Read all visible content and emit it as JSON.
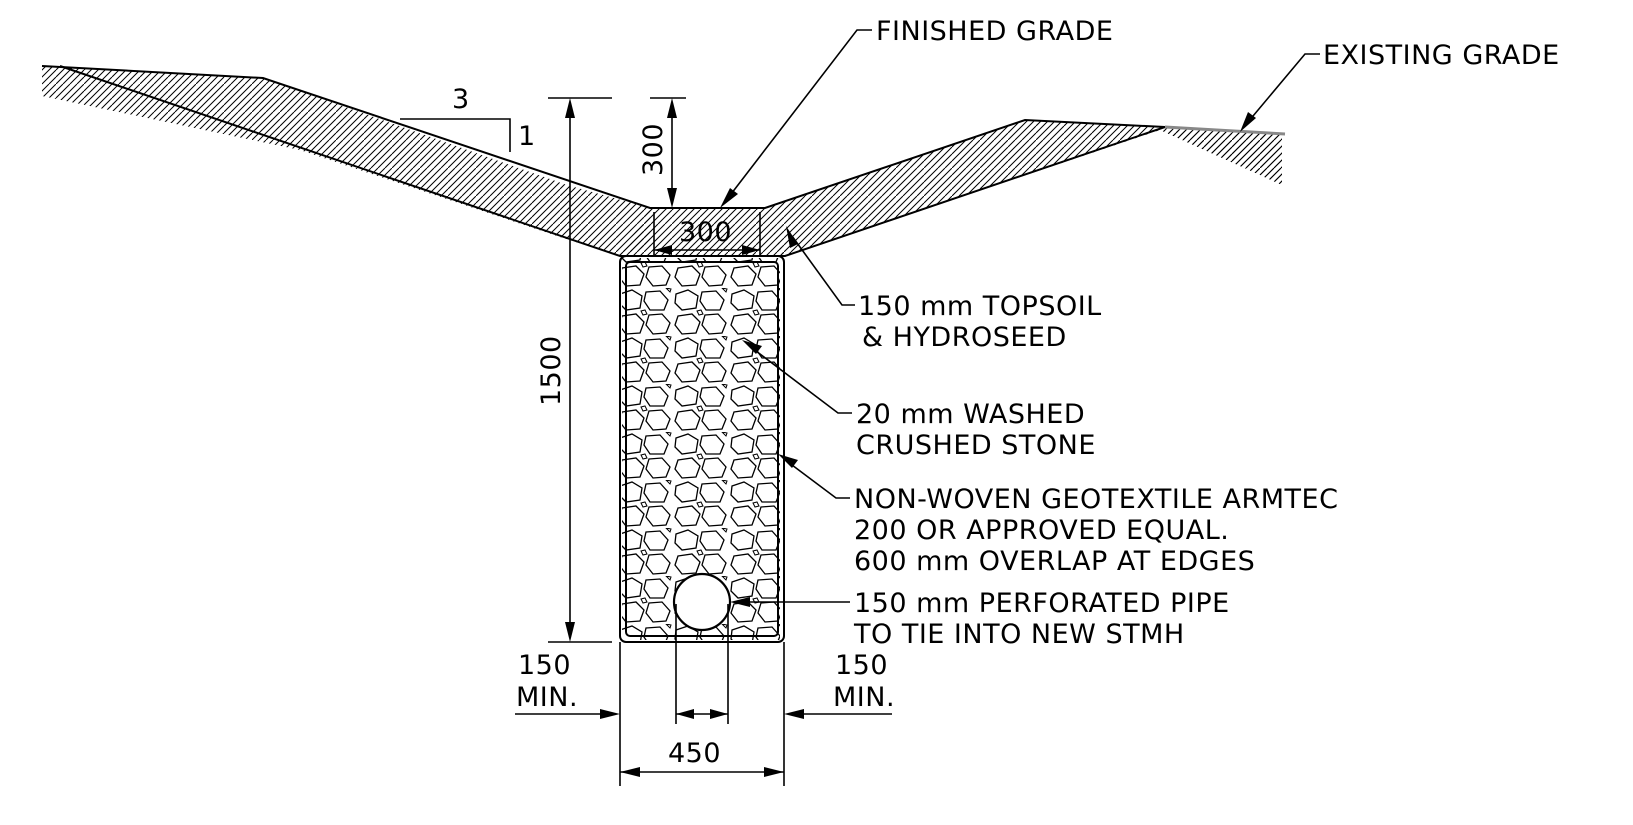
{
  "labels": {
    "finished_grade": "FINISHED GRADE",
    "existing_grade": "EXISTING GRADE",
    "topsoil_line1": "150 mm TOPSOIL",
    "topsoil_line2": "& HYDROSEED",
    "stone_line1": "20 mm WASHED",
    "stone_line2": "CRUSHED STONE",
    "geotextile_line1": "NON-WOVEN GEOTEXTILE ARMTEC",
    "geotextile_line2": "200 OR APPROVED EQUAL.",
    "geotextile_line3": "600 mm OVERLAP AT EDGES",
    "pipe_line1": "150 mm PERFORATED PIPE",
    "pipe_line2": "TO TIE INTO NEW STMH"
  },
  "slope": {
    "run": "3",
    "rise": "1"
  },
  "dimensions": {
    "depth_total": "1500",
    "swale_depth": "300",
    "swale_bottom_width": "300",
    "trench_width": "450",
    "left_clearance": "150",
    "left_clearance_note": "MIN.",
    "right_clearance": "150",
    "right_clearance_note": "MIN."
  },
  "colors": {
    "line": "#000000",
    "existing_grade": "#888888",
    "background": "#ffffff"
  }
}
